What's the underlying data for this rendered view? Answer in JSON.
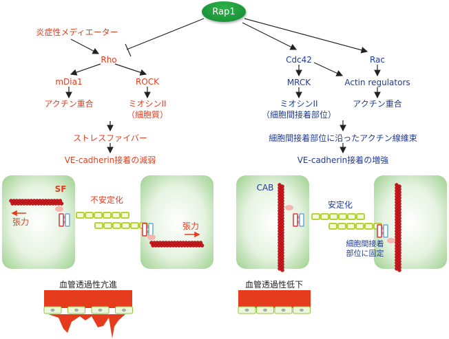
{
  "root": {
    "label": "Rap1",
    "color": "#1e9a3c"
  },
  "left_pathway": {
    "color": "#e63c1e",
    "mediator": "炎症性メディエーター",
    "rho": "Rho",
    "mdia1": "mDia1",
    "rock": "ROCK",
    "actin_polymerization": "アクチン重合",
    "myosin": "ミオシンII",
    "myosin_location": "（細胞質）",
    "stress_fiber": "ストレスファイバー",
    "outcome": "VE-cadherin接着の減弱"
  },
  "right_pathway": {
    "color": "#1f3a93",
    "cdc42": "Cdc42",
    "rac": "Rac",
    "mrck": "MRCK",
    "actin_regulators": "Actin regulators",
    "myosin": "ミオシンII",
    "myosin_location": "（細胞間接着部位）",
    "actin_polymerization": "アクチン重合",
    "actin_bundle": "細胞間接着部位に沿ったアクチン線維束",
    "outcome": "VE-cadherin接着の増強"
  },
  "left_cells": {
    "sf_label": "SF",
    "state_label": "不安定化",
    "tension_left": "張力",
    "tension_right": "張力"
  },
  "right_cells": {
    "cab_label": "CAB",
    "state_label": "安定化",
    "anchor_label_line1": "細胞間接着",
    "anchor_label_line2": "部位に固定"
  },
  "vessels": {
    "left_title": "血管透過性亢進",
    "right_title": "血管透過性低下"
  },
  "colors": {
    "cell_green": "#a8d5a0",
    "actin_red": "#c8191e",
    "cadherin_green": "#b5d334",
    "blood_red": "#e63c1e"
  }
}
